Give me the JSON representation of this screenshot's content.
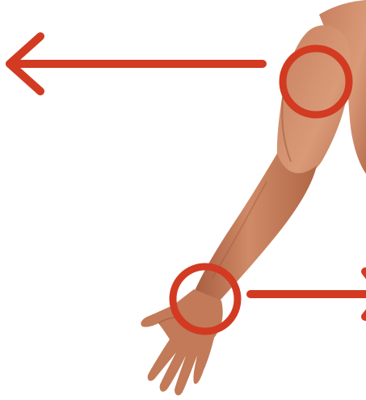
{
  "colors": {
    "background": "#ffffff",
    "annotation": "#d23a22",
    "skin_light": "#d08a67",
    "skin_mid": "#b9704f",
    "skin_shadow": "#8f4d35",
    "skin_highlight": "#e1a584"
  },
  "diagram": {
    "subject": "arm-and-hand",
    "markers": [
      {
        "name": "shoulder-circle",
        "shape": "circle"
      },
      {
        "name": "wrist-circle",
        "shape": "circle"
      }
    ],
    "arrows": [
      {
        "name": "left-arrow",
        "direction": "left"
      },
      {
        "name": "right-arrow",
        "direction": "right"
      }
    ]
  }
}
